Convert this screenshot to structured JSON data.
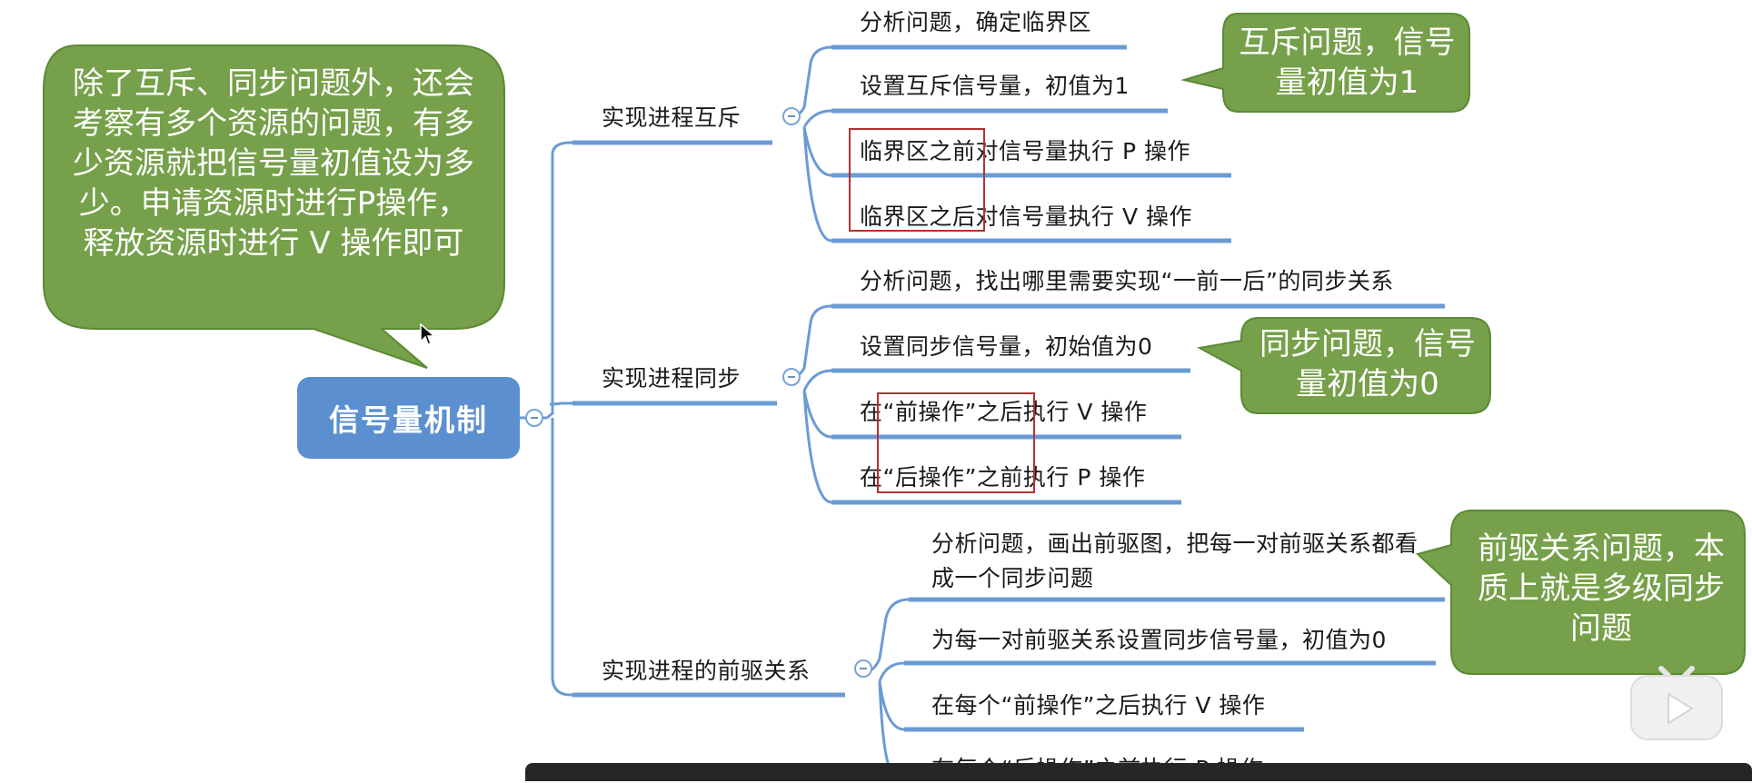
{
  "root": {
    "label": "信号量机制"
  },
  "branches": [
    {
      "label": "实现进程互斥",
      "items": [
        "分析问题，确定临界区",
        "设置互斥信号量，初值为1",
        "临界区之前对信号量执行 P 操作",
        "临界区之后对信号量执行 V 操作"
      ]
    },
    {
      "label": "实现进程同步",
      "items": [
        "分析问题，找出哪里需要实现“一前一后”的同步关系",
        "设置同步信号量，初始值为0",
        "在“前操作”之后执行 V 操作",
        "在“后操作”之前执行 P 操作"
      ]
    },
    {
      "label": "实现进程的前驱关系",
      "items": [
        "分析问题，画出前驱图，把每一对前驱关系都看成一个同步问题",
        "为每一对前驱关系设置同步信号量，初值为0",
        "在每个“前操作”之后执行 V 操作",
        "在每个“后操作”之前执行 P 操作"
      ]
    }
  ],
  "callouts": {
    "main": "除了互斥、同步问题外，还会考察有多个资源的问题，有多少资源就把信号量初值设为多少。申请资源时进行P操作，释放资源时进行 V 操作即可",
    "mutex": "互斥问题，信号量初值为1",
    "sync": "同步问题，信号量初值为0",
    "precedence": "前驱关系问题，本质上就是多级同步问题"
  },
  "colors": {
    "line": "#6a9bd4",
    "root_fill": "#5b8fcf",
    "callout_fill": "#76a04a",
    "callout_border": "#5b8a35",
    "highlight_box": "#b3322f"
  },
  "icons": [
    "collapse-toggle-icon",
    "mouse-cursor-icon",
    "play-button-icon"
  ]
}
